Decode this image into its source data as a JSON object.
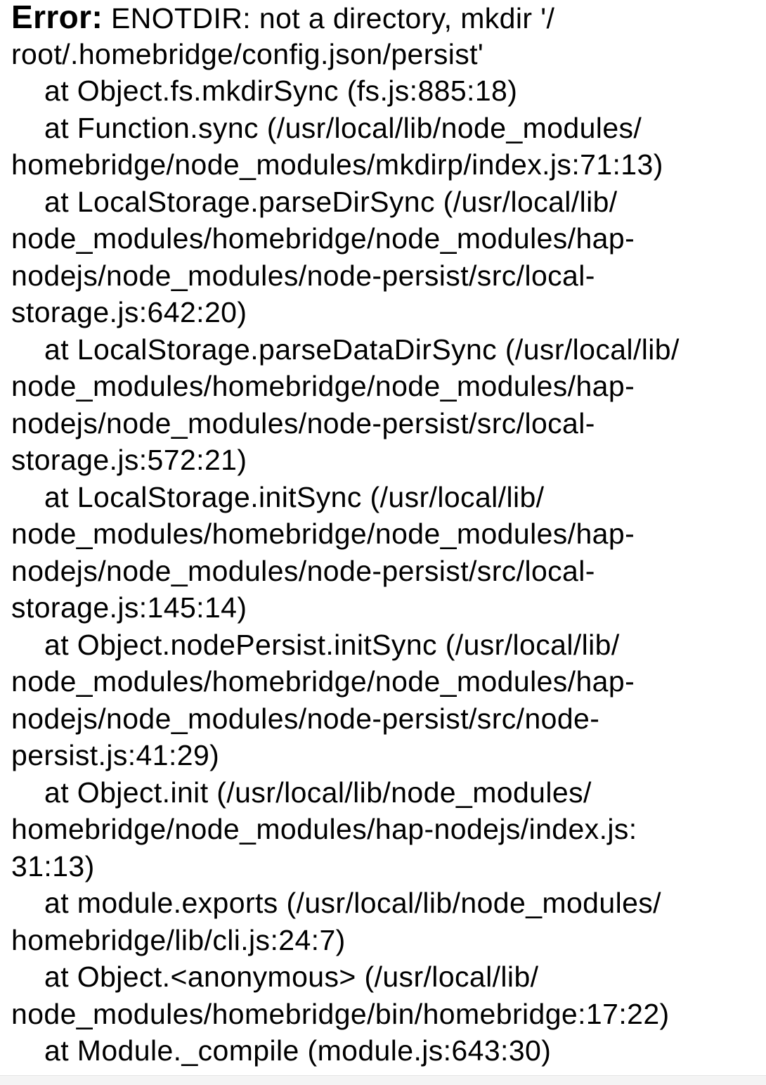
{
  "error": {
    "label": "Error:",
    "message": " ENOTDIR: not a directory, mkdir '/"
  },
  "lines": [
    "",
    "root/.homebridge/config.json/persist'",
    "at Object.fs.mkdirSync (fs.js:885:18)",
    "at Function.sync (/usr/local/lib/node_modules/",
    "homebridge/node_modules/mkdirp/index.js:71:13)",
    "at LocalStorage.parseDirSync (/usr/local/lib/",
    "node_modules/homebridge/node_modules/hap-",
    "nodejs/node_modules/node-persist/src/local-",
    "storage.js:642:20)",
    "at LocalStorage.parseDataDirSync (/usr/local/lib/",
    "node_modules/homebridge/node_modules/hap-",
    "nodejs/node_modules/node-persist/src/local-",
    "storage.js:572:21)",
    "at LocalStorage.initSync (/usr/local/lib/",
    "node_modules/homebridge/node_modules/hap-",
    "nodejs/node_modules/node-persist/src/local-",
    "storage.js:145:14)",
    "at Object.nodePersist.initSync (/usr/local/lib/",
    "node_modules/homebridge/node_modules/hap-",
    "nodejs/node_modules/node-persist/src/node-",
    "persist.js:41:29)",
    "at Object.init (/usr/local/lib/node_modules/",
    "homebridge/node_modules/hap-nodejs/index.js:",
    "31:13)",
    "at module.exports (/usr/local/lib/node_modules/",
    "homebridge/lib/cli.js:24:7)",
    "at Object.<anonymous> (/usr/local/lib/",
    "node_modules/homebridge/bin/homebridge:17:22)",
    "at Module._compile (module.js:643:30)"
  ]
}
